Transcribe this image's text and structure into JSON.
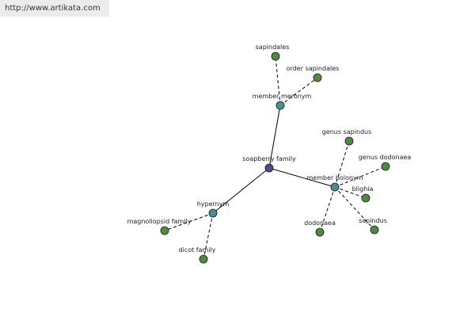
{
  "url": "http://www.artikata.com",
  "colors": {
    "root": "#4b4b8f",
    "relation": "#4a8f8f",
    "leaf": "#4f8a3f",
    "edge": "#000000"
  },
  "nodes": [
    {
      "id": "soapberry",
      "label": "soapberry family",
      "kind": "root"
    },
    {
      "id": "member-meronym",
      "label": "member meronym",
      "kind": "relation"
    },
    {
      "id": "member-holonym",
      "label": "member holonym",
      "kind": "relation"
    },
    {
      "id": "hypernym",
      "label": "hypernym",
      "kind": "relation"
    },
    {
      "id": "sapindales",
      "label": "sapindales",
      "kind": "leaf"
    },
    {
      "id": "order-sapindales",
      "label": "order sapindales",
      "kind": "leaf"
    },
    {
      "id": "genus-sapindus",
      "label": "genus sapindus",
      "kind": "leaf"
    },
    {
      "id": "genus-dodonaea",
      "label": "genus dodonaea",
      "kind": "leaf"
    },
    {
      "id": "blighia",
      "label": "blighia",
      "kind": "leaf"
    },
    {
      "id": "sapindus",
      "label": "sapindus",
      "kind": "leaf"
    },
    {
      "id": "dodonaea",
      "label": "dodonaea",
      "kind": "leaf"
    },
    {
      "id": "magnoliopsid-family",
      "label": "magnoliopsid family",
      "kind": "leaf"
    },
    {
      "id": "dicot-family",
      "label": "dicot family",
      "kind": "leaf"
    }
  ],
  "edges": [
    {
      "from": "soapberry",
      "to": "member-meronym",
      "style": "solid"
    },
    {
      "from": "soapberry",
      "to": "member-holonym",
      "style": "solid"
    },
    {
      "from": "soapberry",
      "to": "hypernym",
      "style": "solid"
    },
    {
      "from": "member-meronym",
      "to": "sapindales",
      "style": "dashed"
    },
    {
      "from": "member-meronym",
      "to": "order-sapindales",
      "style": "dashed"
    },
    {
      "from": "member-holonym",
      "to": "genus-sapindus",
      "style": "dashed"
    },
    {
      "from": "member-holonym",
      "to": "genus-dodonaea",
      "style": "dashed"
    },
    {
      "from": "member-holonym",
      "to": "blighia",
      "style": "dashed"
    },
    {
      "from": "member-holonym",
      "to": "sapindus",
      "style": "dashed"
    },
    {
      "from": "member-holonym",
      "to": "dodonaea",
      "style": "dashed"
    },
    {
      "from": "hypernym",
      "to": "magnoliopsid-family",
      "style": "dashed"
    },
    {
      "from": "hypernym",
      "to": "dicot-family",
      "style": "dashed"
    }
  ]
}
